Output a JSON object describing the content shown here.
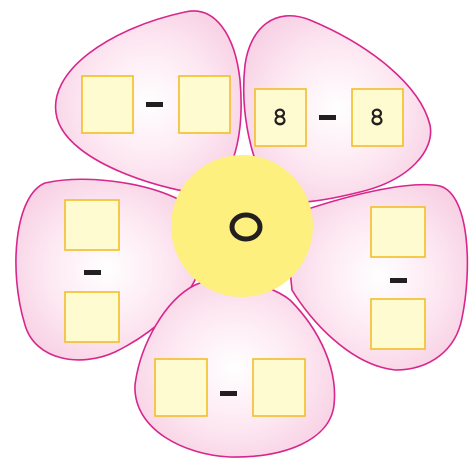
{
  "center": {
    "value": "0"
  },
  "petals": [
    {
      "position": "top-left",
      "left": "",
      "right": ""
    },
    {
      "position": "top-right",
      "left": "৪",
      "right": "৪"
    },
    {
      "position": "left",
      "top": "",
      "bottom": ""
    },
    {
      "position": "right",
      "top": "",
      "bottom": ""
    },
    {
      "position": "bottom",
      "left": "",
      "right": ""
    }
  ],
  "colors": {
    "petal_fill_center": "#ffffff",
    "petal_fill_edge": "#f7cfe3",
    "petal_outline": "#d7268c",
    "box_fill": "#fffbd0",
    "box_outline": "#f2be27",
    "center_fill": "#fdf07e",
    "ink": "#231f20"
  },
  "icons": {
    "operator": "minus-sign"
  }
}
